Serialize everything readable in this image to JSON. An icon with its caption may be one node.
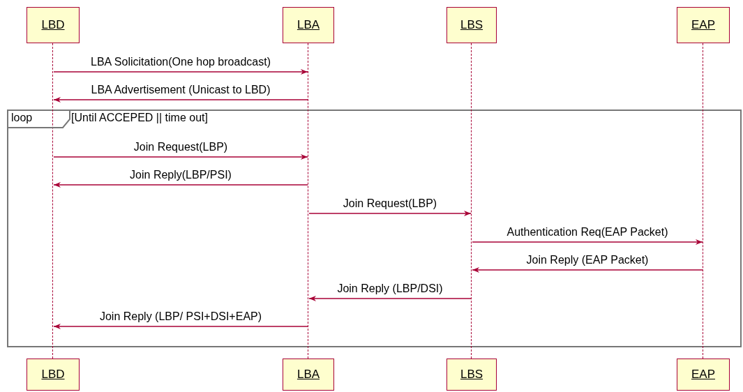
{
  "diagram": {
    "nodes": [
      {
        "text": [
          "LBD"
        ]
      },
      {
        "text": [
          "LBA"
        ]
      },
      {
        "text": [
          "LBS"
        ]
      },
      {
        "text": [
          "EAP"
        ]
      },
      {
        "text": [
          "LBD"
        ]
      },
      {
        "text": [
          "LBA"
        ]
      },
      {
        "text": [
          "LBS"
        ]
      },
      {
        "text": [
          "EAP"
        ]
      },
      {
        "text": [
          "loop",
          "[Until ACCEPED || time out]"
        ]
      },
      {
        "text": [],
        "shape": "line"
      },
      {
        "text": [],
        "shape": "line"
      },
      {
        "text": [],
        "shape": "line"
      },
      {
        "text": [],
        "shape": "line"
      }
    ],
    "edges": [
      {
        "from": 9,
        "to": 10,
        "arrow": "to",
        "label": "LBA Solicitation(One hop broadcast)"
      },
      {
        "from": 10,
        "to": 9,
        "arrow": "to",
        "label": "LBA Advertisement (Unicast to LBD)"
      },
      {
        "from": 9,
        "to": 10,
        "arrow": "to",
        "label": "Join Request(LBP)"
      },
      {
        "from": 10,
        "to": 9,
        "arrow": "to",
        "label": "Join Reply(LBP/PSI)"
      },
      {
        "from": 10,
        "to": 11,
        "arrow": "to",
        "label": "Join Request(LBP)"
      },
      {
        "from": 11,
        "to": 12,
        "arrow": "to",
        "label": "Authentication Req(EAP Packet)"
      },
      {
        "from": 12,
        "to": 11,
        "arrow": "to",
        "label": "Join Reply (EAP Packet)"
      },
      {
        "from": 11,
        "to": 10,
        "arrow": "to",
        "label": "Join Reply (LBP/DSI)"
      },
      {
        "from": 10,
        "to": 9,
        "arrow": "to",
        "label": "Join Reply (LBP/ PSI+DSI+EAP)"
      }
    ]
  }
}
